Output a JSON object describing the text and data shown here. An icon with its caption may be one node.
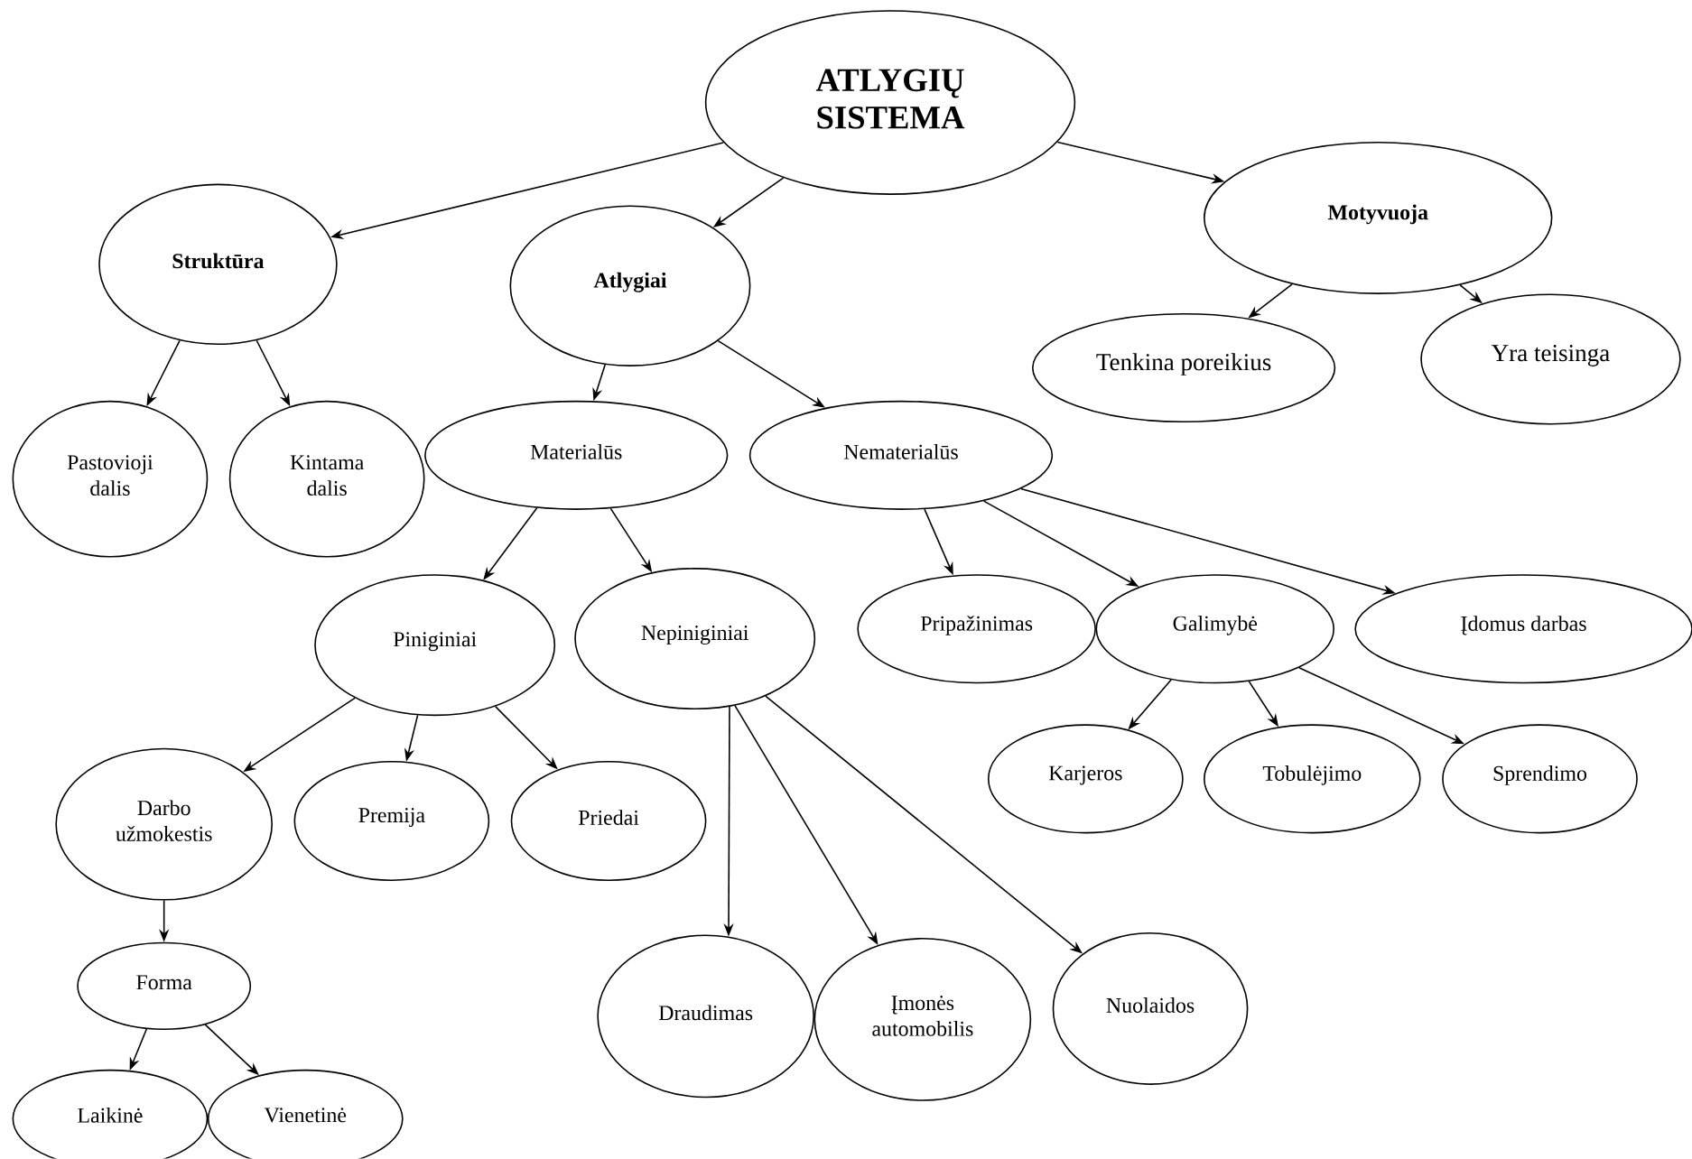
{
  "diagram": {
    "nodes": [
      {
        "text": [
          "ATLYGIŲ SISTEMA"
        ]
      },
      {
        "text": [
          "Struktūra"
        ]
      },
      {
        "text": [
          "Atlygiai"
        ]
      },
      {
        "text": [
          "Motyvuoja"
        ]
      },
      {
        "text": [
          "Pastovioji dalis"
        ]
      },
      {
        "text": [
          "Kintama dalis"
        ]
      },
      {
        "text": [
          "Materialūs"
        ]
      },
      {
        "text": [
          "Nematerialūs"
        ]
      },
      {
        "text": [
          "Tenkina poreikius"
        ]
      },
      {
        "text": [
          "Yra teisinga"
        ]
      },
      {
        "text": [
          "Piniginiai"
        ]
      },
      {
        "text": [
          "Nepiniginiai"
        ]
      },
      {
        "text": [
          "Pripažinimas"
        ]
      },
      {
        "text": [
          "Galimybė"
        ]
      },
      {
        "text": [
          "Įdomus darbas"
        ]
      },
      {
        "text": [
          "Darbo užmokestis"
        ]
      },
      {
        "text": [
          "Premija"
        ]
      },
      {
        "text": [
          "Priedai"
        ]
      },
      {
        "text": [
          "Karjeros"
        ]
      },
      {
        "text": [
          "Tobulėjimo"
        ]
      },
      {
        "text": [
          "Sprendimo"
        ]
      },
      {
        "text": [
          "Forma"
        ]
      },
      {
        "text": [
          "Draudimas"
        ]
      },
      {
        "text": [
          "Įmonės automobilis"
        ]
      },
      {
        "text": [
          "Nuolaidos"
        ]
      },
      {
        "text": [
          "Laikinė"
        ]
      },
      {
        "text": [
          "Vienetinė"
        ]
      }
    ],
    "edges": [
      {
        "from": 0,
        "to": 1,
        "arrow": "to"
      },
      {
        "from": 0,
        "to": 2,
        "arrow": "to"
      },
      {
        "from": 0,
        "to": 3,
        "arrow": "to"
      },
      {
        "from": 1,
        "to": 4,
        "arrow": "to"
      },
      {
        "from": 1,
        "to": 5,
        "arrow": "to"
      },
      {
        "from": 2,
        "to": 6,
        "arrow": "to"
      },
      {
        "from": 2,
        "to": 7,
        "arrow": "to"
      },
      {
        "from": 3,
        "to": 8,
        "arrow": "to"
      },
      {
        "from": 3,
        "to": 9,
        "arrow": "to"
      },
      {
        "from": 6,
        "to": 10,
        "arrow": "to"
      },
      {
        "from": 6,
        "to": 11,
        "arrow": "to"
      },
      {
        "from": 7,
        "to": 12,
        "arrow": "to"
      },
      {
        "from": 7,
        "to": 13,
        "arrow": "to"
      },
      {
        "from": 7,
        "to": 14,
        "arrow": "to"
      },
      {
        "from": 10,
        "to": 15,
        "arrow": "to"
      },
      {
        "from": 10,
        "to": 16,
        "arrow": "to"
      },
      {
        "from": 10,
        "to": 17,
        "arrow": "to"
      },
      {
        "from": 11,
        "to": 22,
        "arrow": "to"
      },
      {
        "from": 11,
        "to": 23,
        "arrow": "to"
      },
      {
        "from": 11,
        "to": 24,
        "arrow": "to"
      },
      {
        "from": 13,
        "to": 18,
        "arrow": "to"
      },
      {
        "from": 13,
        "to": 19,
        "arrow": "to"
      },
      {
        "from": 13,
        "to": 20,
        "arrow": "to"
      },
      {
        "from": 15,
        "to": 21,
        "arrow": "to"
      },
      {
        "from": 21,
        "to": 25,
        "arrow": "to"
      },
      {
        "from": 21,
        "to": 26,
        "arrow": "to"
      }
    ]
  }
}
